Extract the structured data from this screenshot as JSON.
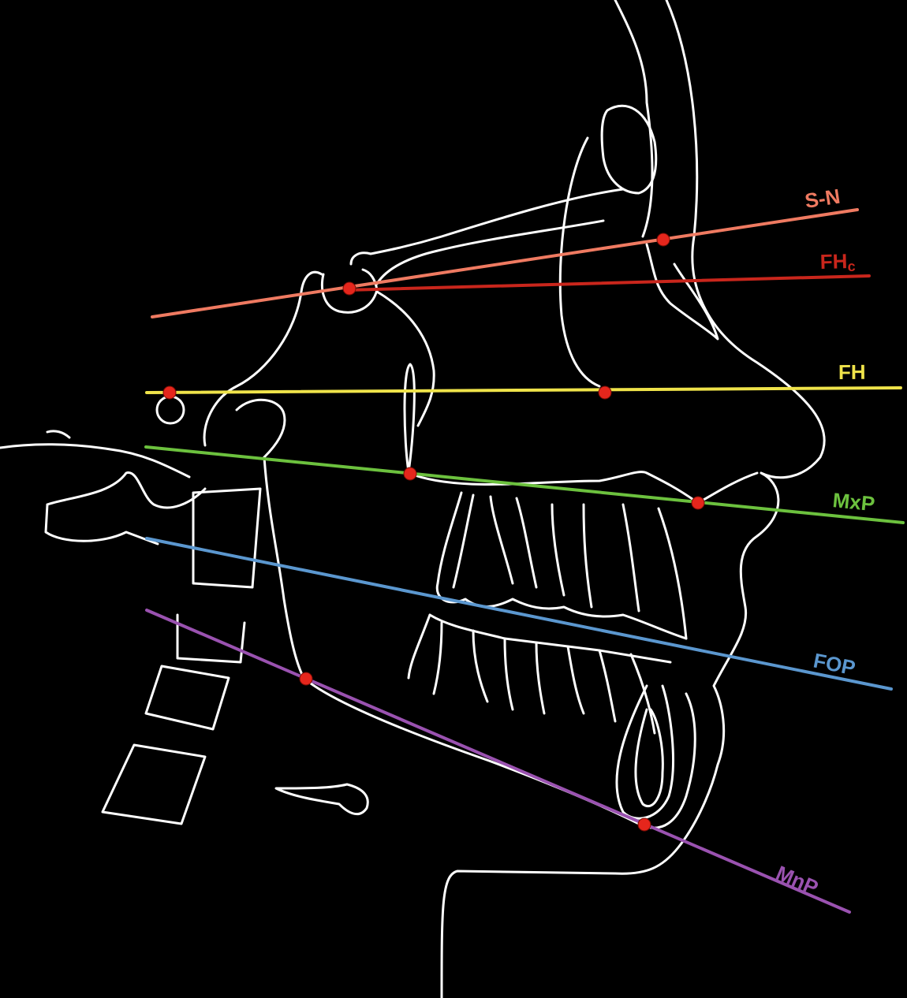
{
  "colors": {
    "background": "#000000",
    "tracing": "#ffffff",
    "landmark": "#e5261c"
  },
  "planes": [
    {
      "key": "sn",
      "label": "S-N",
      "color": "#ef7a61"
    },
    {
      "key": "fhc",
      "label": "FHc",
      "label_main": "FH",
      "label_sub": "c",
      "color": "#c9261c"
    },
    {
      "key": "fh",
      "label": "FH",
      "color": "#efe34a"
    },
    {
      "key": "mxp",
      "label": "MxP",
      "color": "#6cc13e"
    },
    {
      "key": "fop",
      "label": "FOP",
      "color": "#5b97cf"
    },
    {
      "key": "mnp",
      "label": "MnP",
      "color": "#9a52b0"
    }
  ]
}
